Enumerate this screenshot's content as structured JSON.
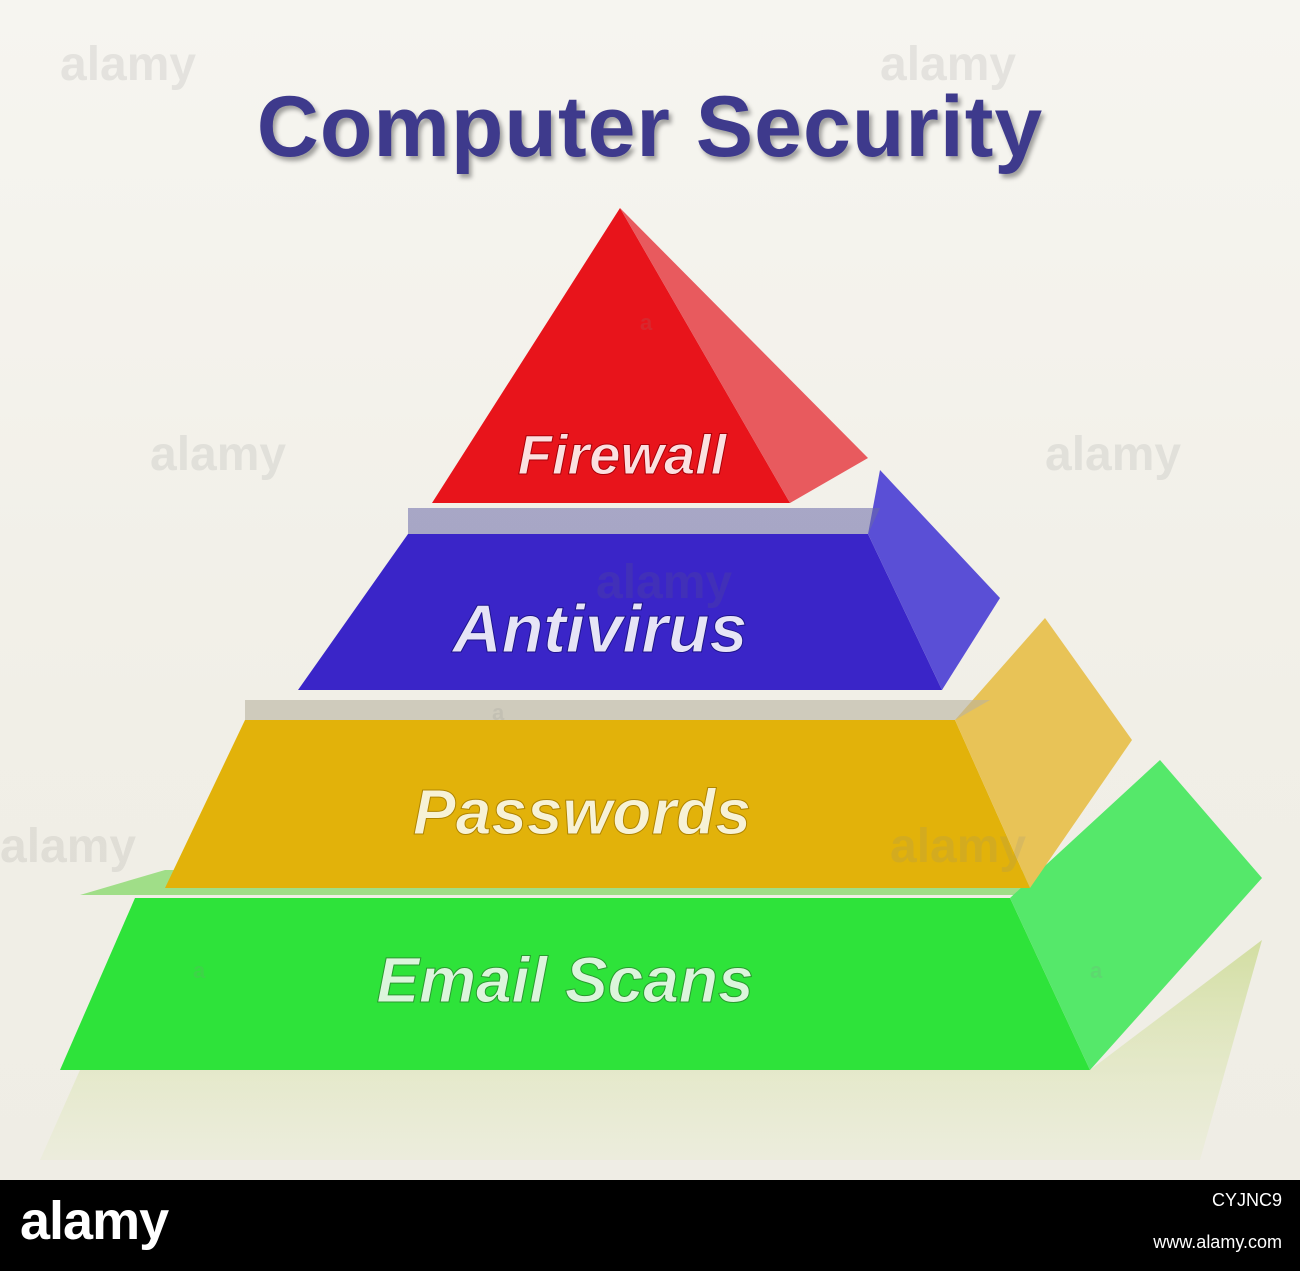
{
  "title": "Computer Security",
  "tiers": [
    {
      "label": "Firewall",
      "color": "#e8141b"
    },
    {
      "label": "Antivirus",
      "color": "#3a25c8"
    },
    {
      "label": "Passwords",
      "color": "#e2b20a"
    },
    {
      "label": "Email Scans",
      "color": "#2ee33a"
    }
  ],
  "watermark": {
    "text": "alamy",
    "letter": "a"
  },
  "footer": {
    "brand": "alamy",
    "image_id": "CYJNC9",
    "url": "www.alamy.com"
  },
  "colors": {
    "background": "#f3f1ea",
    "title": "#3e3a8c",
    "footer": "#000000"
  }
}
